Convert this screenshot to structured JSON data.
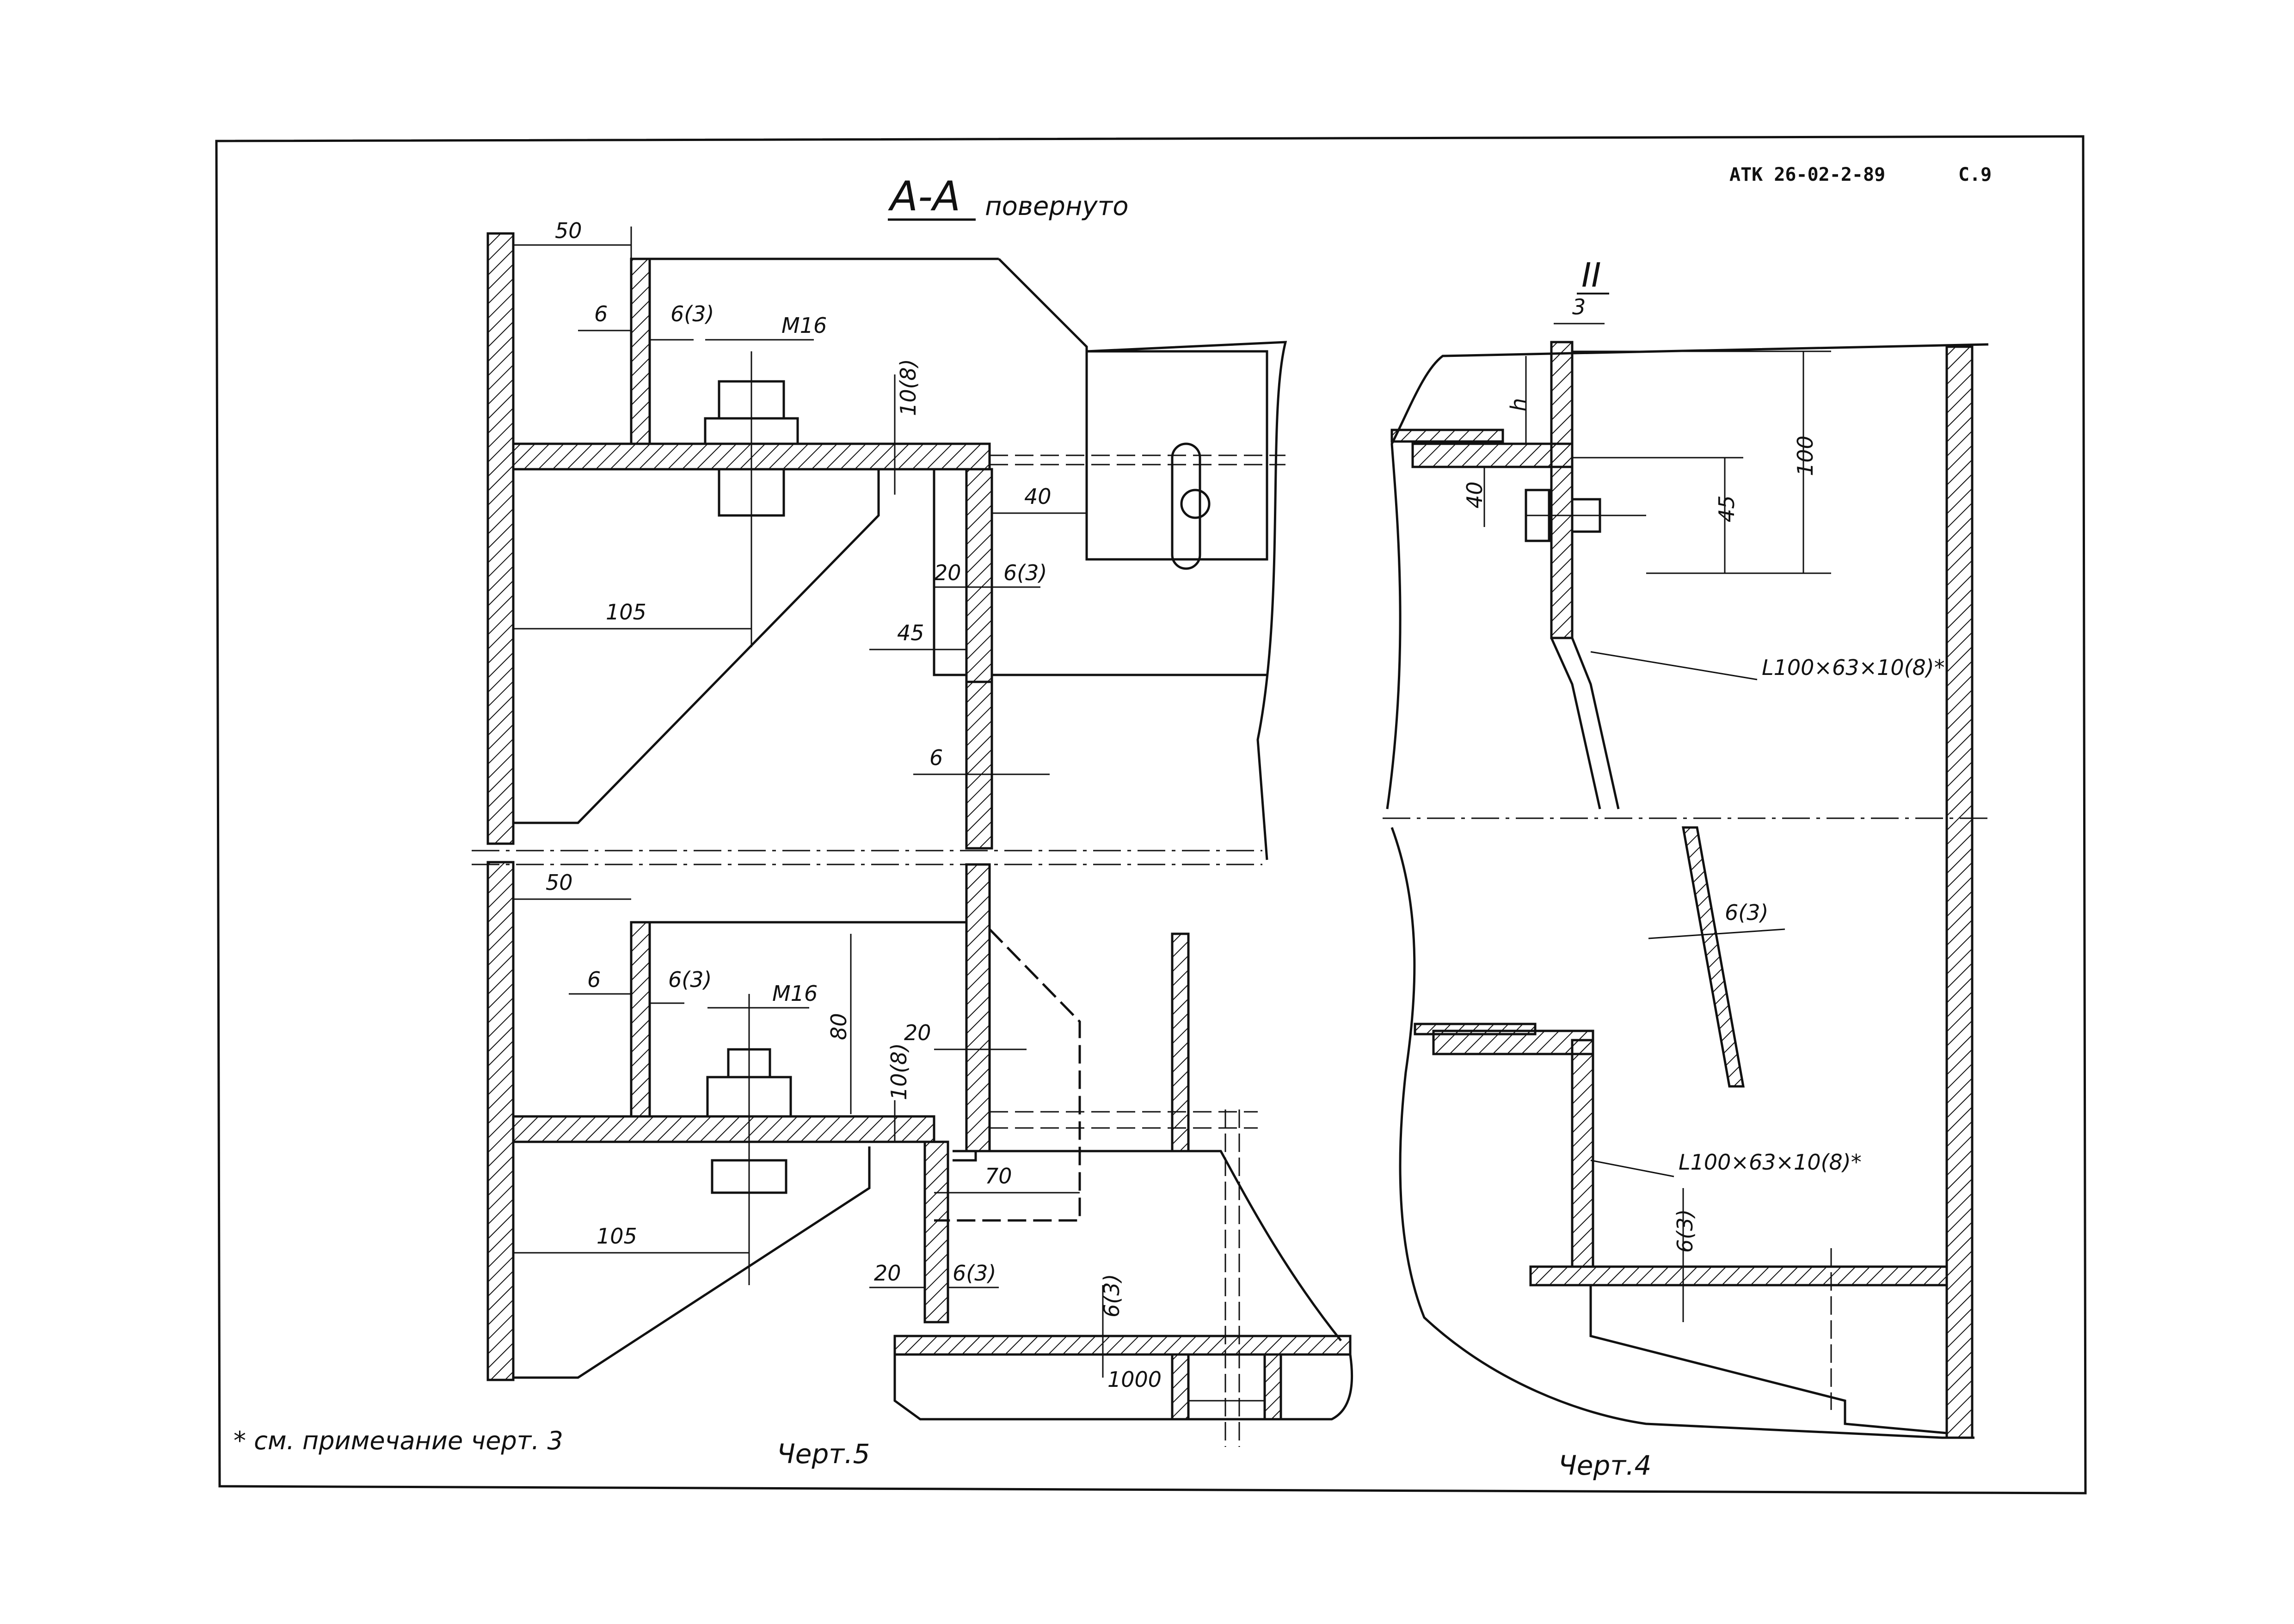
{
  "header": {
    "doc_code": "АТК 26-02-2-89",
    "page": "С.9"
  },
  "section": {
    "label": "А-А",
    "note": "повернуто"
  },
  "view_ii": {
    "label": "II"
  },
  "drawing_5": {
    "caption": "Черт.5",
    "dims": {
      "d50_top": "50",
      "d6_top": "6",
      "d6_3_top": "6(3)",
      "m16_top": "М16",
      "d10_8_top": "10(8)",
      "d40": "40",
      "d20_top": "20",
      "d6_3_right": "6(3)",
      "d105_top": "105",
      "d45": "45",
      "d6_mid": "6",
      "d50_bot": "50",
      "d6_bot": "6",
      "d6_3_bot": "6(3)",
      "m16_bot": "М16",
      "d80": "80",
      "d20_mid": "20",
      "d10_8_bot": "10(8)",
      "d70": "70",
      "d105_bot": "105",
      "d20_bot": "20",
      "d6_3_bot2": "6(3)",
      "d6_3_vert": "6(3)",
      "d1000": "1000"
    }
  },
  "drawing_4": {
    "caption": "Черт.4",
    "dims": {
      "d3": "3",
      "h": "h",
      "d40": "40",
      "d45": "45",
      "d100": "100",
      "angle_top": "L100×63×10(8)*",
      "d6_3_mid": "6(3)",
      "angle_bot": "L100×63×10(8)*",
      "d6_3_bot": "6(3)"
    }
  },
  "footnote": "* см. примечание черт. 3"
}
